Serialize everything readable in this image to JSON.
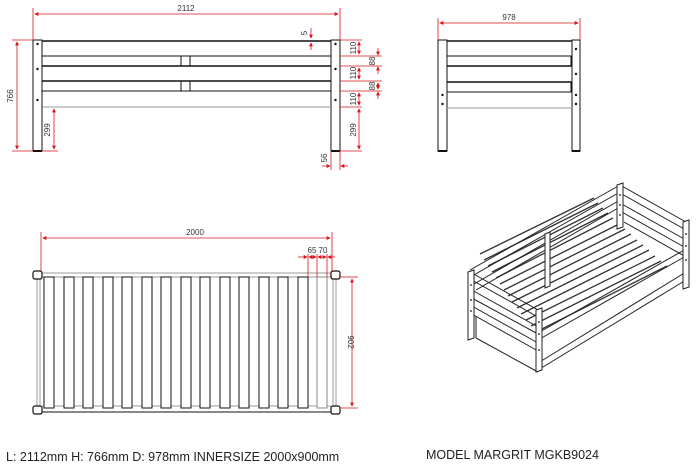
{
  "colors": {
    "line": "#111111",
    "dimension": "#d9141c",
    "text": "#222222",
    "background": "#ffffff"
  },
  "front_view": {
    "length_label": "2112",
    "height_label": "766",
    "top_gap_label": "5",
    "rail_labels": [
      "110",
      "110",
      "110"
    ],
    "gap_labels": [
      "88",
      "88"
    ],
    "leg_left_label": "299",
    "leg_right_label": "299",
    "post_width_label": "56"
  },
  "side_view": {
    "width_label": "978"
  },
  "top_view": {
    "length_label": "2000",
    "slat_label": "65",
    "gap_label": "70",
    "width_label": "902"
  },
  "captions": {
    "dimensions": "L: 2112mm H: 766mm D: 978mm INNERSIZE 2000x900mm",
    "model": "MODEL MARGRIT MGKB9024"
  }
}
